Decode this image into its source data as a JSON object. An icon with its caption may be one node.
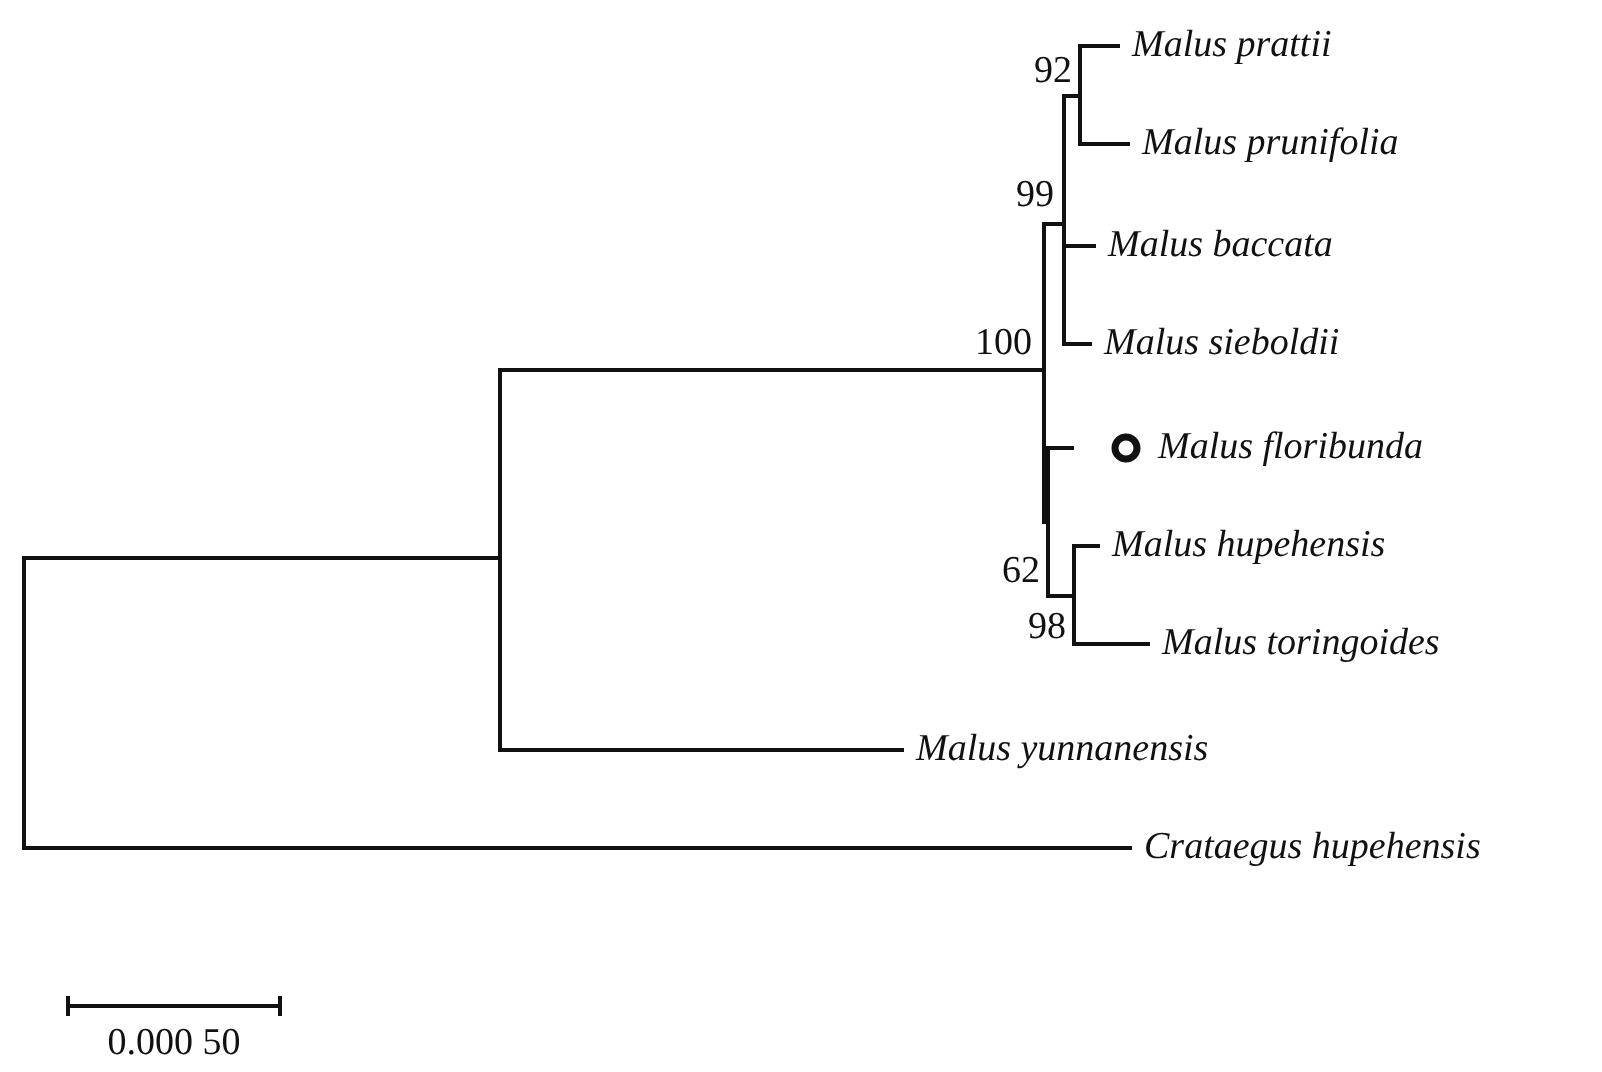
{
  "diagram": {
    "nodes": [
      {
        "text": [
          "Malus prattii"
        ]
      },
      {
        "text": [
          "Malus prunifolia"
        ]
      },
      {
        "text": [
          "Malus baccata"
        ]
      },
      {
        "text": [
          "Malus sieboldii"
        ]
      },
      {
        "text": [
          "Malus floribunda"
        ]
      },
      {
        "text": [
          "Malus hupehensis"
        ]
      },
      {
        "text": [
          "Malus toringoides"
        ]
      },
      {
        "text": [
          "Malus yunnanensis"
        ]
      },
      {
        "text": [
          "Crataegus hupehensis"
        ]
      },
      {
        "text": [
          "92"
        ]
      },
      {
        "text": [
          "99"
        ]
      },
      {
        "text": [
          "100"
        ]
      },
      {
        "text": [
          "62"
        ]
      },
      {
        "text": [
          "98"
        ]
      },
      {
        "text": [],
        "shape": "bar"
      },
      {
        "text": [],
        "shape": "bar"
      }
    ],
    "edges": [
      {
        "from": 14,
        "to": 15,
        "arrow": "none"
      },
      {
        "from": 14,
        "to": 8,
        "arrow": "none"
      },
      {
        "from": 15,
        "to": 11,
        "arrow": "none"
      },
      {
        "from": 15,
        "to": 7,
        "arrow": "none"
      },
      {
        "from": 11,
        "to": 10,
        "arrow": "none"
      },
      {
        "from": 11,
        "to": 12,
        "arrow": "none"
      },
      {
        "from": 10,
        "to": 9,
        "arrow": "none"
      },
      {
        "from": 10,
        "to": 2,
        "arrow": "none"
      },
      {
        "from": 10,
        "to": 3,
        "arrow": "none"
      },
      {
        "from": 9,
        "to": 0,
        "arrow": "none"
      },
      {
        "from": 9,
        "to": 1,
        "arrow": "none"
      },
      {
        "from": 12,
        "to": 4,
        "arrow": "none"
      },
      {
        "from": 12,
        "to": 13,
        "arrow": "none"
      },
      {
        "from": 13,
        "to": 5,
        "arrow": "none"
      },
      {
        "from": 13,
        "to": 6,
        "arrow": "none"
      }
    ],
    "labels": [
      "0.000 50"
    ]
  }
}
